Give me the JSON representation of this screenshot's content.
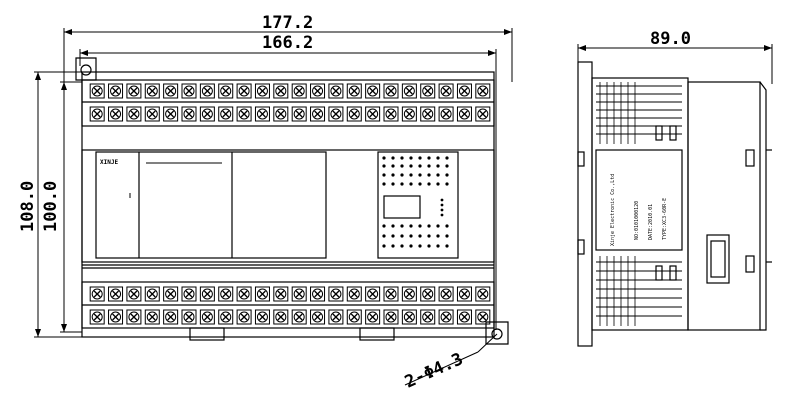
{
  "dimensions": {
    "total_width": "177.2",
    "mount_width": "166.2",
    "total_height": "108.0",
    "mount_height": "100.0",
    "depth": "89.0",
    "mount_holes": "2-Φ4.3"
  },
  "plc": {
    "brand": "XINJE",
    "side_label": [
      "TYPE:XC3-60R-E",
      "DATE:2010.01",
      "NO:0101000120",
      "Xinje Electronic Co.,Ltd"
    ]
  },
  "terminals": {
    "count_per_row": 22
  }
}
